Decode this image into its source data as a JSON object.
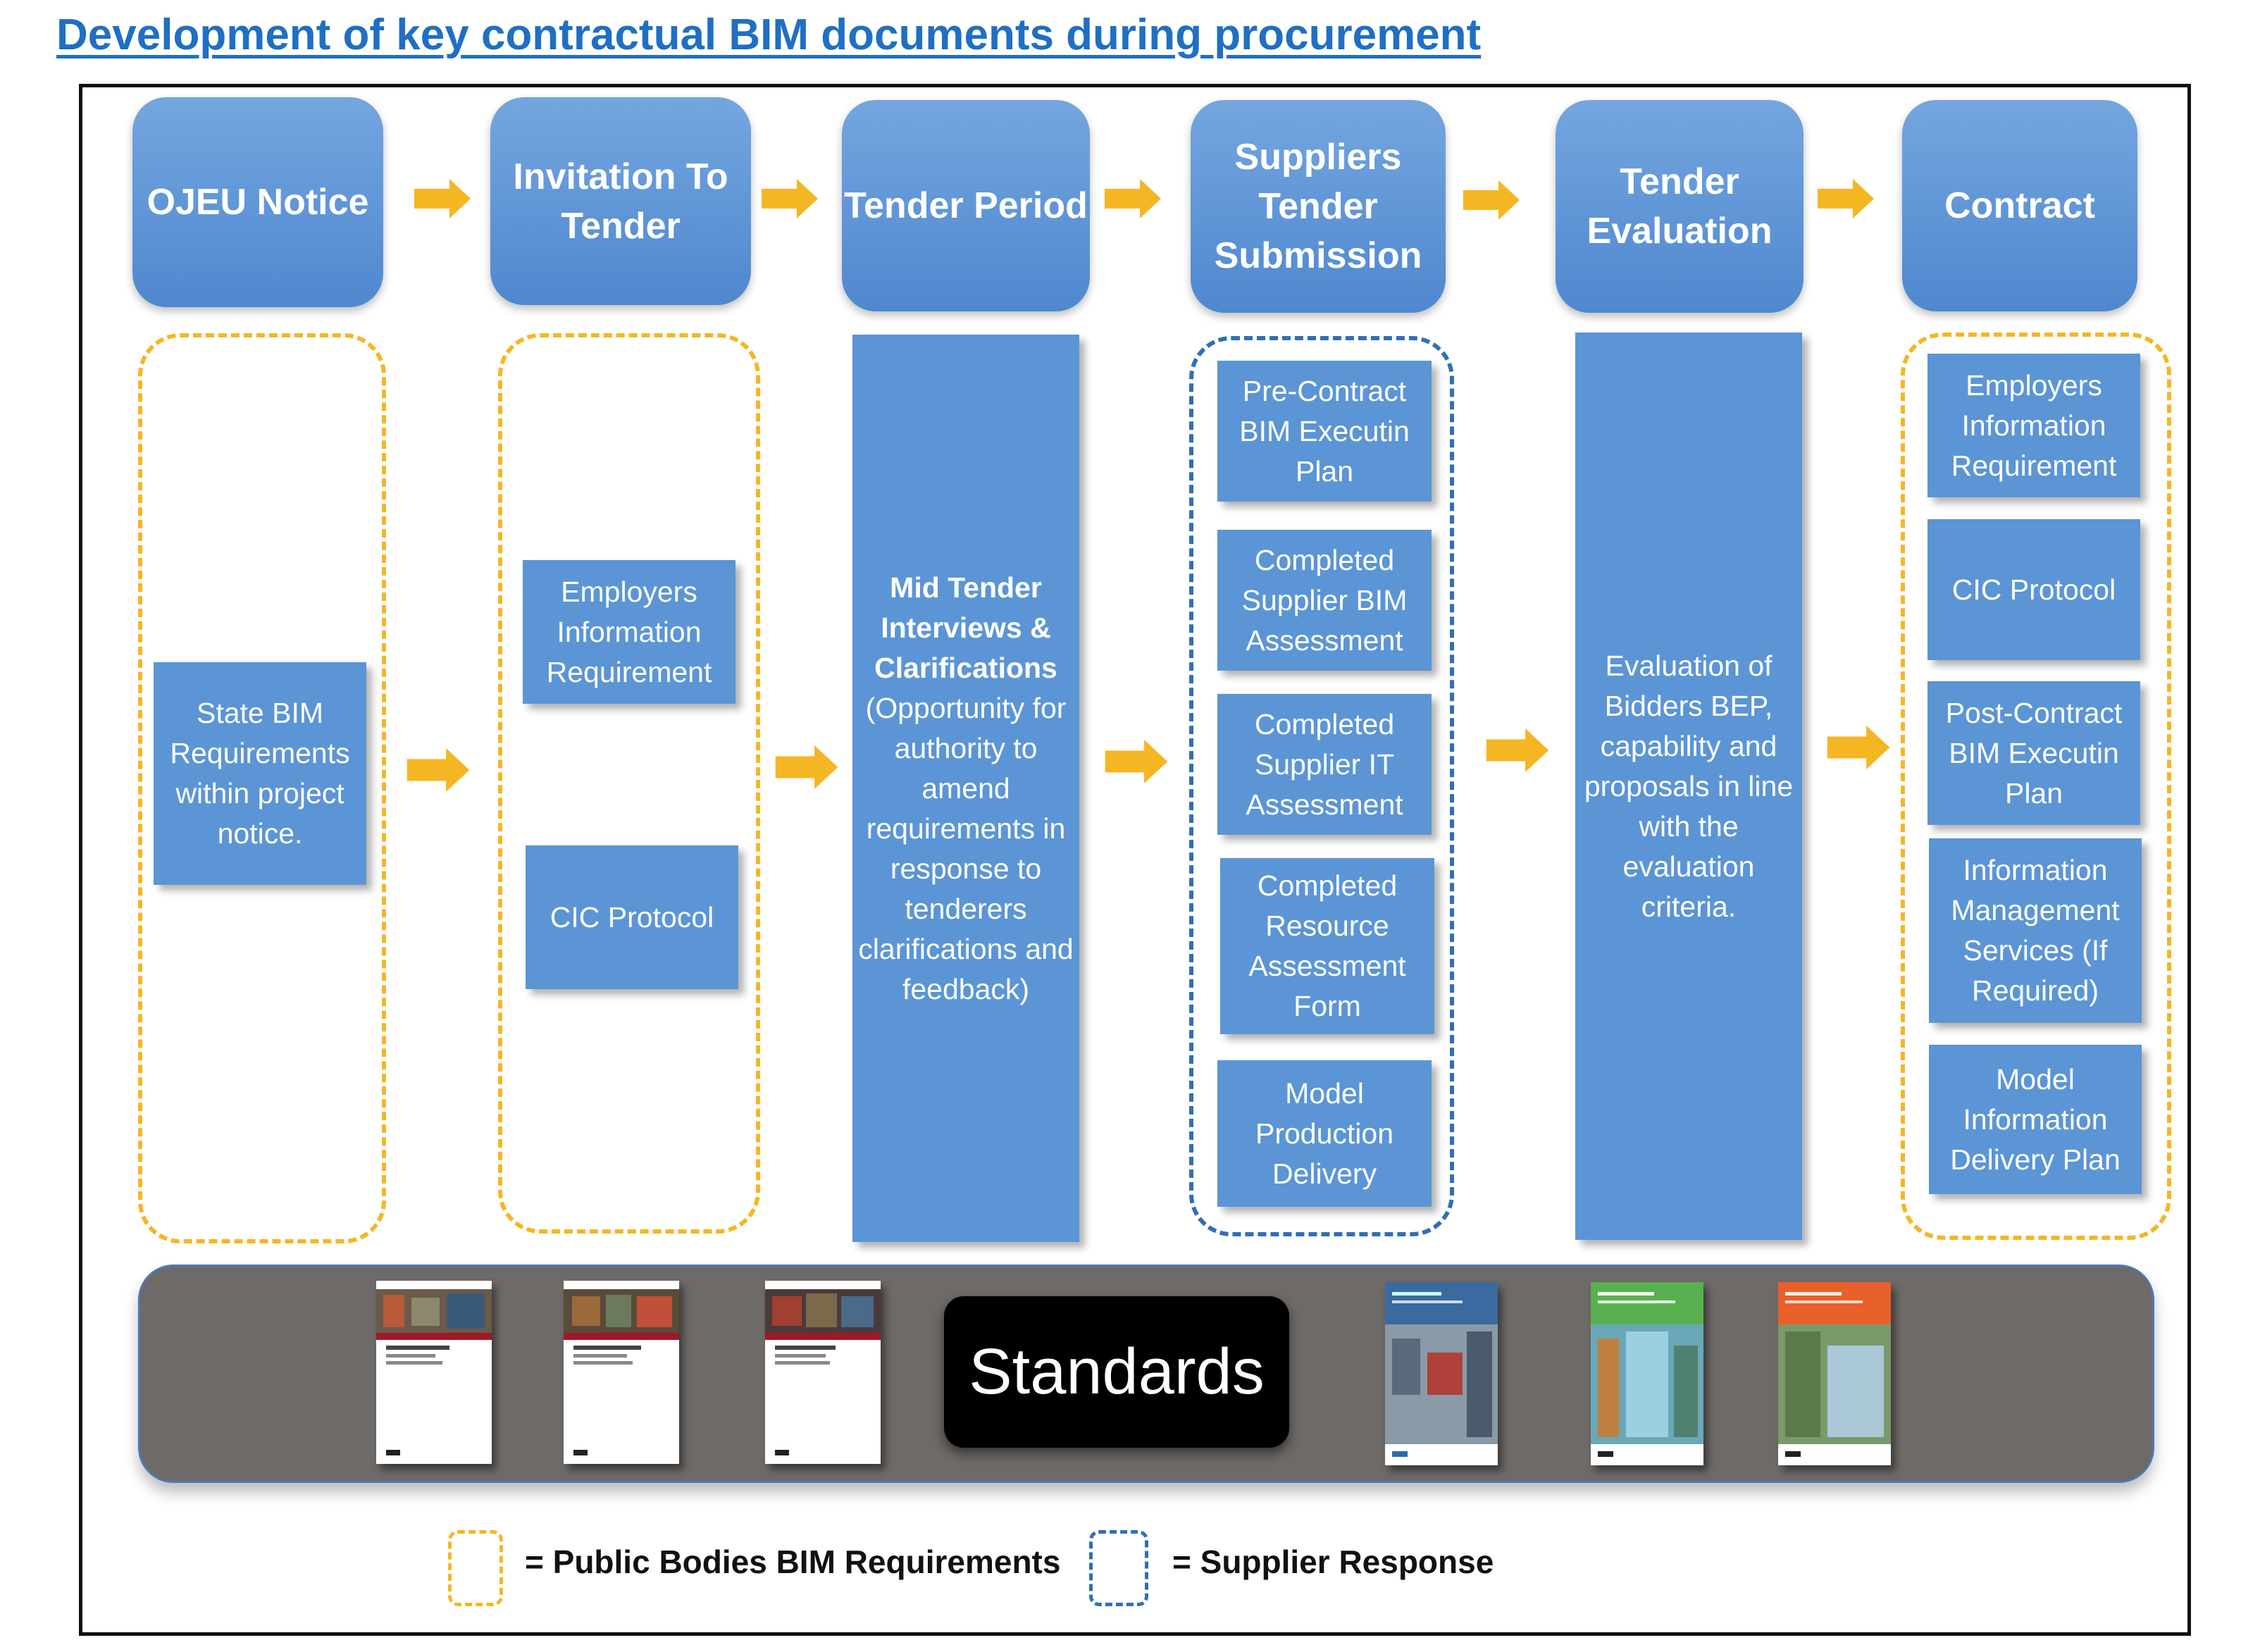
{
  "title": "Development of key contractual BIM documents during procurement",
  "stages": [
    "OJEU Notice",
    "Invitation To Tender",
    "Tender Period",
    "Suppliers Tender Submission",
    "Tender Evaluation",
    "Contract"
  ],
  "ojeu_box": "State BIM Requirements within project notice.",
  "itt_boxes": [
    "Employers Information Requirement",
    "CIC Protocol"
  ],
  "tender_period": {
    "bold": "Mid Tender Interviews & Clarifications",
    "text": "(Opportunity for authority to amend requirements in response to tenderers clarifications and feedback)"
  },
  "submission_boxes": [
    "Pre-Contract BIM Executin Plan",
    "Completed Supplier BIM Assessment",
    "Completed Supplier IT Assessment",
    "Completed Resource Assessment Form",
    "Model Production Delivery"
  ],
  "evaluation_box": "Evaluation of Bidders BEP, capability and proposals in line with the evaluation criteria.",
  "contract_boxes": [
    "Employers Information Requirement",
    "CIC Protocol",
    "Post-Contract BIM Executin Plan",
    "Information Management Services (If Required)",
    "Model Information Delivery Plan"
  ],
  "standards_label": "Standards",
  "legend": {
    "public": "= Public Bodies BIM Requirements",
    "supplier": "= Supplier Response"
  },
  "colors": {
    "stage_blue": "#5b95d5",
    "arrow": "#f5b624",
    "title": "#1f6fc4",
    "public_dash": "#f5b624",
    "supplier_dash": "#2f6fb5"
  }
}
